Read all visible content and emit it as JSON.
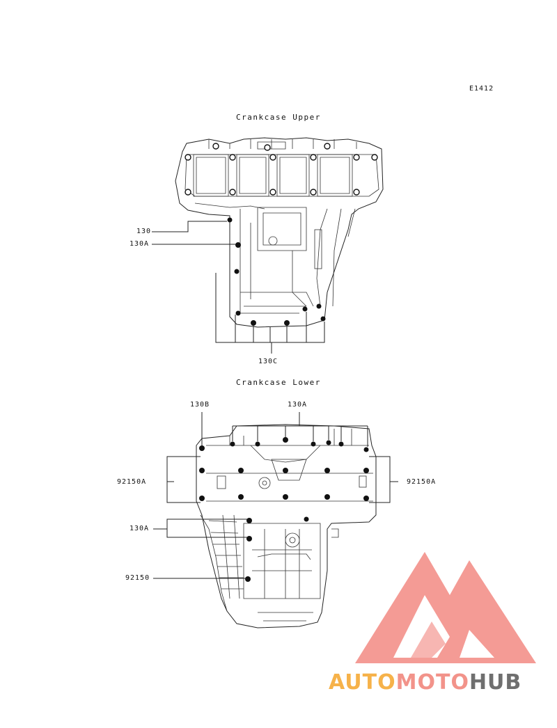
{
  "ref_code": "E1412",
  "upper": {
    "title": "Crankcase Upper",
    "labels": [
      "130",
      "130A",
      "130C"
    ]
  },
  "lower": {
    "title": "Crankcase Lower",
    "labels": [
      "130B",
      "130A",
      "92150A",
      "92150A",
      "130A",
      "92150"
    ]
  },
  "watermark": {
    "part1": "AUTO",
    "part2": "MOTO",
    "part3": "HUB",
    "colors": {
      "auto": "#f6b24a",
      "moto": "#f2938a",
      "hub": "#6f6f6f",
      "triangle": "#f07a72"
    }
  }
}
